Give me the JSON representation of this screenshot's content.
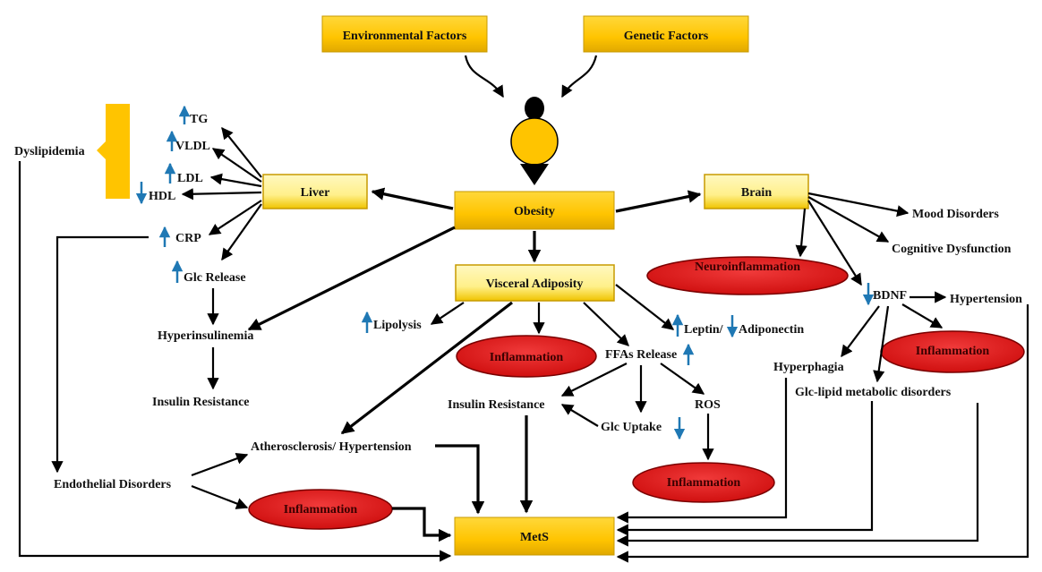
{
  "nodes": {
    "environmental_factors": "Environmental Factors",
    "genetic_factors": "Genetic Factors",
    "obesity": "Obesity",
    "liver": "Liver",
    "brain": "Brain",
    "visceral_adiposity": "Visceral Adiposity",
    "mets": "MetS",
    "dyslipidemia": "Dyslipidemia",
    "tg": "TG",
    "vldl": "VLDL",
    "ldl": "LDL",
    "hdl": "HDL",
    "crp": "CRP",
    "glc_release": "Glc Release",
    "hyperinsulinemia": "Hyperinsulinemia",
    "insulin_resistance_left": "Insulin Resistance",
    "endothelial_disorders": "Endothelial Disorders",
    "atherosclerosis_hypertension": "Atherosclerosis/ Hypertension",
    "inflammation_endothelial": "Inflammation",
    "lipolysis": "Lipolysis",
    "inflammation_visceral": "Inflammation",
    "ffas_release": "FFAs Release",
    "leptin": "Leptin/",
    "adiponectin": "Adiponectin",
    "insulin_resistance_mid": "Insulin Resistance",
    "glc_uptake": "Glc Uptake",
    "ros": "ROS",
    "inflammation_ros": "Inflammation",
    "neuroinflammation": "Neuroinflammation",
    "mood_disorders": "Mood Disorders",
    "cognitive_dysfunction": "Cognitive Dysfunction",
    "bdnf": "BDNF",
    "hypertension_right": "Hypertension",
    "hyperphagia": "Hyperphagia",
    "inflammation_bdnf": "Inflammation",
    "glc_lipid_disorders": "Glc-lipid metabolic disorders"
  },
  "colors": {
    "box_fill_dark": "#ffc400",
    "box_fill_light": "#fff08a",
    "box_border": "#c79a00",
    "ellipse_fill": "#e02020",
    "ellipse_border": "#7a0000",
    "arrow": "#000000",
    "indicator_arrow": "#1f78b4"
  },
  "icons": [
    "person-icon",
    "up-arrow-icon",
    "down-arrow-icon"
  ]
}
